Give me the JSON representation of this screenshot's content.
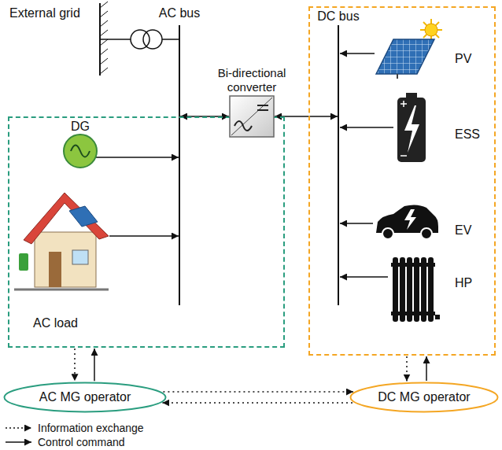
{
  "diagram": {
    "nodes": [
      {
        "text": [
          "AC load"
        ]
      },
      {
        "text": [
          "DG"
        ],
        "in": 0
      },
      {
        "text": [
          "Bi-directional converter"
        ]
      },
      {
        "text": []
      },
      {
        "text": [
          "PV"
        ],
        "in": 3
      },
      {
        "text": [
          "ESS"
        ],
        "in": 3
      },
      {
        "text": [
          "EV"
        ],
        "in": 3
      },
      {
        "text": [
          "HP"
        ],
        "in": 3
      },
      {
        "text": [
          "AC MG operator"
        ]
      },
      {
        "text": [
          "DC MG operator"
        ]
      }
    ],
    "edges": [
      {
        "from": 8,
        "to": 9,
        "arrow": "to"
      },
      {
        "from": 9,
        "to": 8,
        "arrow": "to"
      },
      {
        "from": 0,
        "to": 8,
        "arrow": "to"
      },
      {
        "from": 8,
        "to": 0,
        "arrow": "to"
      },
      {
        "from": 3,
        "to": 9,
        "arrow": "to"
      },
      {
        "from": 9,
        "to": 3,
        "arrow": "to"
      }
    ],
    "labels": [
      "External grid",
      "AC bus",
      "DC bus"
    ],
    "legend": [
      {
        "text": "Information exchange"
      },
      {
        "text": "Control command"
      }
    ]
  }
}
